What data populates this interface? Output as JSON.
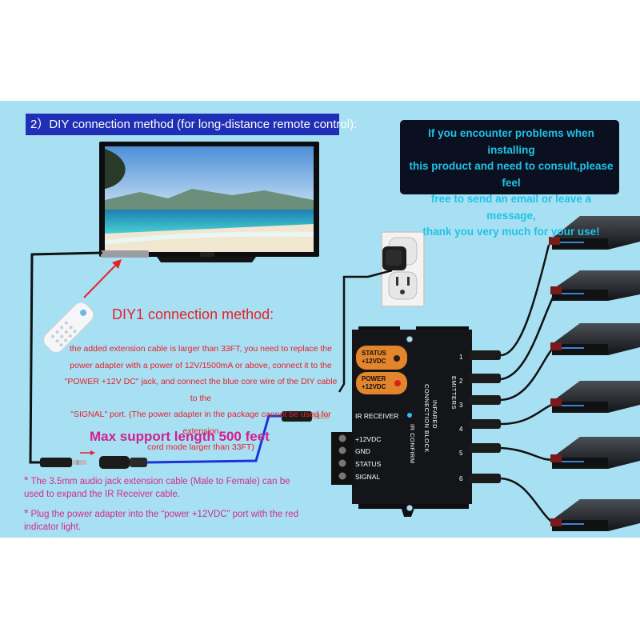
{
  "header": {
    "title": "2）DIY connection method (for long-distance remote control):"
  },
  "contact": {
    "lines": [
      "If you encounter problems when installing",
      "this product and need to consult,please feel",
      "free to send an email or leave a message,",
      "thank you very much for your use!"
    ]
  },
  "diy1": {
    "title": "DIY1 connection method:",
    "body_lines": [
      "the added extension cable is larger than 33FT, you need to replace the",
      "power adapter with a power of 12V/1500mA or above, connect it to the",
      "\"POWER +12V DC\" jack, and connect the blue core wire of the DIY cable to the",
      "\"SIGNAL\" port. (The power adapter in the package cannot be used for extension",
      "cord mode larger than 33FT)"
    ]
  },
  "max_support": "Max support length 500 feet",
  "notes": {
    "star": "*",
    "note1": "The 3.5mm audio jack extension cable (Male to Female) can be used to expand the IR Receiver cable.",
    "note2": "Plug the power adapter into the “power +12VDC” port with the red indicator light."
  },
  "device": {
    "status_button": [
      "STATUS",
      "+12VDC"
    ],
    "power_button": [
      "POWER",
      "+12VDC"
    ],
    "ir_receiver": "IR RECEIVER",
    "terminal_labels": [
      "+12VDC",
      "GND",
      "STATUS",
      "SIGNAL"
    ],
    "block_title_1": "INFARED",
    "block_title_2": "CONNECTION BLOCK",
    "ir_confirm": "IR CONFIRM",
    "emitters": "EMITTERS",
    "emitter_numbers": [
      "1",
      "2",
      "3",
      "4",
      "5",
      "6"
    ]
  },
  "colors": {
    "panel_bg": "#a7e0f3",
    "title_bg": "#1f2fb6",
    "contact_text": "#20c2e6",
    "red_text": "#e8202a",
    "magenta_text": "#d2208f",
    "blue_cable": "#1a34d8"
  }
}
